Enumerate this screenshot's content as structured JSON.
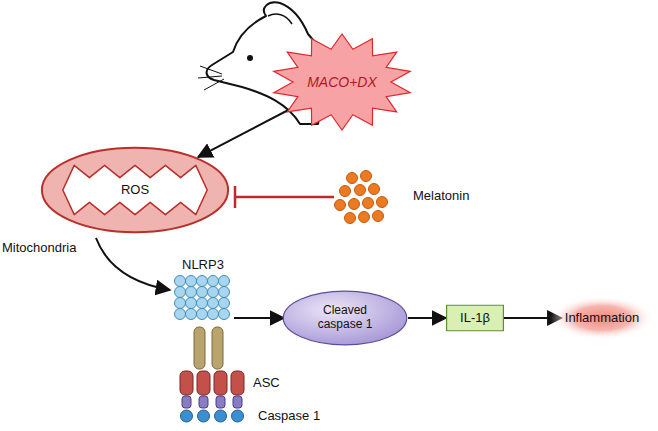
{
  "diagram": {
    "nodes": [
      {
        "text": [
          "MACO+DX"
        ]
      },
      {
        "text": [
          "ROS"
        ]
      },
      {
        "text": [
          "Cleaved caspase 1"
        ]
      },
      {
        "text": [
          "IL-1β"
        ]
      },
      {
        "text": [
          "Inflammation"
        ]
      }
    ],
    "edges": [
      {
        "from": 0,
        "to": 1,
        "arrow": "to"
      },
      {
        "from": 2,
        "to": 3,
        "arrow": "to"
      },
      {
        "from": 3,
        "to": 4,
        "arrow": "to"
      }
    ],
    "labels": [
      "Mitochondria",
      "Melatonin",
      "NLRP3",
      "ASC",
      "Caspase 1"
    ]
  }
}
